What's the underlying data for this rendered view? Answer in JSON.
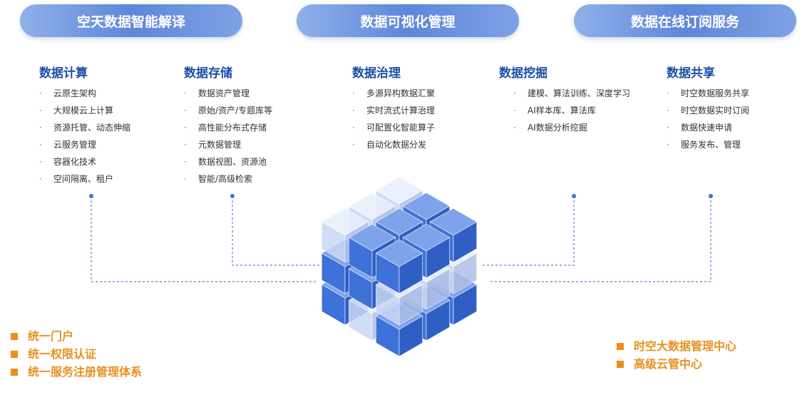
{
  "headers": [
    "空天数据智能解译",
    "数据可视化管理",
    "数据在线订阅服务"
  ],
  "columns": [
    {
      "title": "数据计算",
      "items": [
        "云原生架构",
        "大规模云上计算",
        "资源托管、动态伸缩",
        "云服务管理",
        "容器化技术",
        "空间隔离、租户"
      ]
    },
    {
      "title": "数据存储",
      "items": [
        "数据资产管理",
        "原始/资产/专题库等",
        "高性能分布式存储",
        "元数据管理",
        "数据视图、资源池",
        "智能/高级检索"
      ]
    },
    {
      "title": "数据治理",
      "items": [
        "多源异构数据汇聚",
        "实时流式计算治理",
        "可配置化智能算子",
        "自动化数据分发"
      ]
    },
    {
      "title": "数据挖掘",
      "items": [
        "建模、算法训练、深度学习",
        "AI样本库、算法库",
        "AI数据分析挖掘"
      ]
    },
    {
      "title": "数据共享",
      "items": [
        "时空数据服务共享",
        "时空数据实时订阅",
        "数据快速申请",
        "服务发布、管理"
      ]
    }
  ],
  "left_list": [
    "统一门户",
    "统一权限认证",
    "统一服务注册管理体系"
  ],
  "right_list": [
    "时空大数据管理中心",
    "高级云管中心"
  ],
  "colors": {
    "accent": "#1d4fa8",
    "orange": "#e8901e",
    "cube_dark": "#3f72d8",
    "cube_light": "#c8d8f5"
  }
}
